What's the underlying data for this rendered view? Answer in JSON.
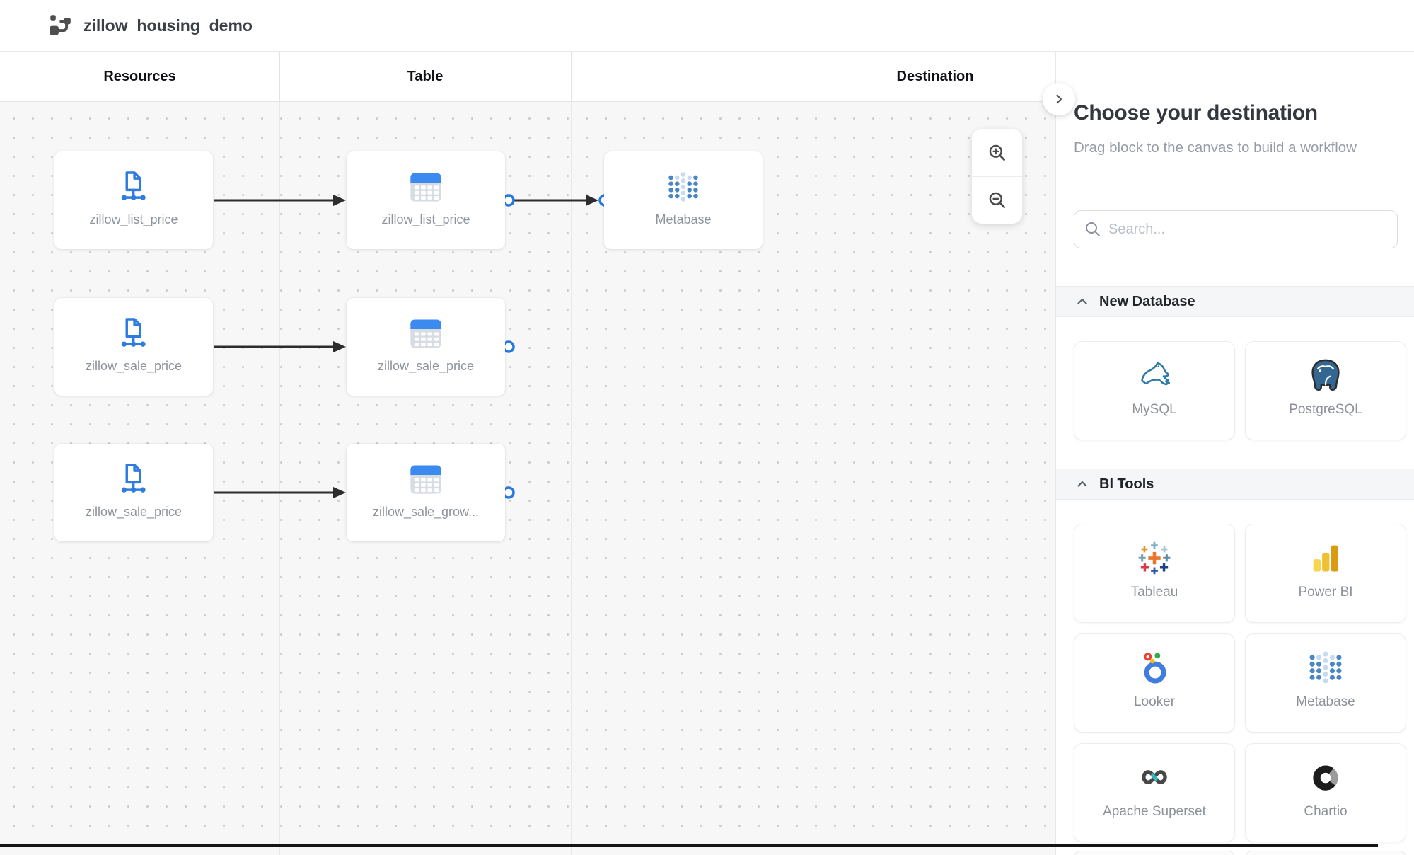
{
  "header": {
    "title": "zillow_housing_demo",
    "icon": "workflow-icon"
  },
  "columns": {
    "resources": "Resources",
    "table": "Table",
    "destination": "Destination"
  },
  "canvas": {
    "nodes": [
      {
        "row": 1,
        "column": "resource",
        "label": "zillow_list_price",
        "icon": "file-source-icon"
      },
      {
        "row": 1,
        "column": "table",
        "label": "zillow_list_price",
        "icon": "table-icon"
      },
      {
        "row": 1,
        "column": "destination",
        "label": "Metabase",
        "icon": "metabase-icon"
      },
      {
        "row": 2,
        "column": "resource",
        "label": "zillow_sale_price",
        "icon": "file-source-icon"
      },
      {
        "row": 2,
        "column": "table",
        "label": "zillow_sale_price",
        "icon": "table-icon"
      },
      {
        "row": 3,
        "column": "resource",
        "label": "zillow_sale_price",
        "icon": "file-source-icon"
      },
      {
        "row": 3,
        "column": "table",
        "label": "zillow_sale_grow...",
        "icon": "table-icon"
      }
    ],
    "edges": [
      {
        "from": "zillow_list_price (resource)",
        "to": "zillow_list_price (table)"
      },
      {
        "from": "zillow_list_price (table)",
        "to": "Metabase (destination)"
      },
      {
        "from": "zillow_sale_price (resource)",
        "to": "zillow_sale_price (table)"
      },
      {
        "from": "zillow_sale_price (resource)",
        "to": "zillow_sale_grow... (table)"
      }
    ],
    "zoom_controls": {
      "zoom_in_icon": "zoom-in-icon",
      "zoom_out_icon": "zoom-out-icon"
    }
  },
  "sidebar": {
    "collapse_icon": "chevron-right-icon",
    "title": "Choose your destination",
    "subtitle": "Drag block to the canvas to build a workflow",
    "search": {
      "placeholder": "Search..."
    },
    "sections": [
      {
        "label": "New Database",
        "items": [
          {
            "label": "MySQL",
            "icon": "mysql-icon"
          },
          {
            "label": "PostgreSQL",
            "icon": "postgresql-icon"
          }
        ]
      },
      {
        "label": "BI Tools",
        "items": [
          {
            "label": "Tableau",
            "icon": "tableau-icon"
          },
          {
            "label": "Power BI",
            "icon": "powerbi-icon"
          },
          {
            "label": "Looker",
            "icon": "looker-icon"
          },
          {
            "label": "Metabase",
            "icon": "metabase-icon"
          },
          {
            "label": "Apache Superset",
            "icon": "superset-icon"
          },
          {
            "label": "Chartio",
            "icon": "chartio-icon"
          }
        ]
      }
    ]
  },
  "colors": {
    "accent_blue": "#2779e0",
    "arrow": "#2d2d2d",
    "canvas_bg": "#f7f7f8",
    "section_band": "#f5f6f8",
    "label_gray": "#8e949b"
  }
}
